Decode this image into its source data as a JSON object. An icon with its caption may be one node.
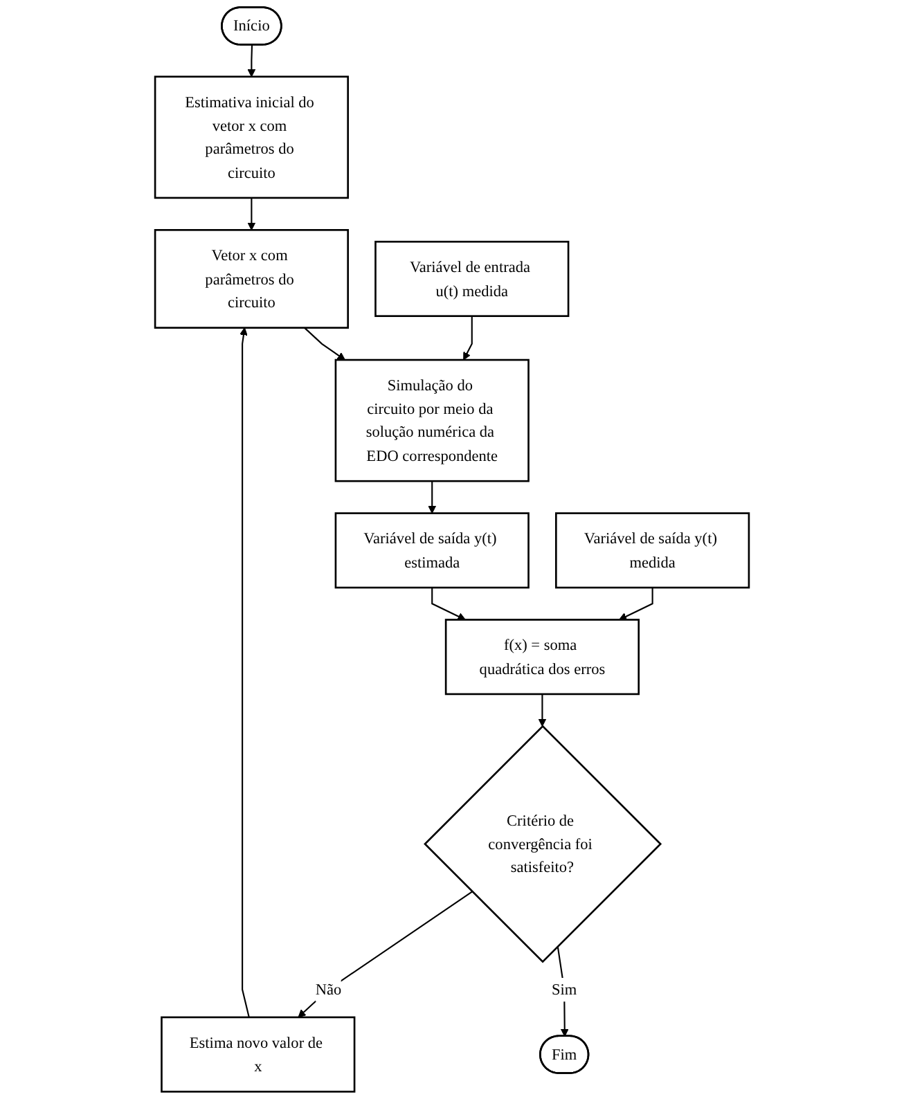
{
  "diagram": {
    "nodes": [
      {
        "text": [
          "Início"
        ]
      },
      {
        "text": [
          "Estimativa inicial do vetor x com parâmetros do circuito"
        ]
      },
      {
        "text": [
          "Variável de entrada u(t) medida"
        ]
      },
      {
        "text": [
          "Vetor x com parâmetros do circuito"
        ]
      },
      {
        "text": [
          "Simulação do circuito por meio da solução numérica da EDO correspondente"
        ]
      },
      {
        "text": [
          "Estima novo valor de x"
        ]
      },
      {
        "text": [
          "Variável de saída y(t) medida"
        ]
      },
      {
        "text": [
          "Variável de saída y(t) estimada"
        ]
      },
      {
        "text": [
          "Critério de convergência foi satisfeito?"
        ]
      },
      {
        "text": [
          "f(x) = soma quadrática dos erros"
        ]
      },
      {
        "text": [
          "Fim"
        ]
      }
    ],
    "edges": [
      {
        "from": 0,
        "to": 1,
        "arrow": "to"
      },
      {
        "from": 1,
        "to": 3,
        "arrow": "to"
      },
      {
        "from": 2,
        "to": 4,
        "arrow": "to"
      },
      {
        "from": 3,
        "to": 4,
        "arrow": "to"
      },
      {
        "from": 5,
        "to": 3,
        "arrow": "to"
      },
      {
        "from": 4,
        "to": 7,
        "arrow": "to"
      },
      {
        "from": 8,
        "to": 5,
        "label": "Não",
        "arrow": "to"
      },
      {
        "from": 6,
        "to": 9,
        "arrow": "to"
      },
      {
        "from": 7,
        "to": 9,
        "arrow": "to"
      },
      {
        "from": 9,
        "to": 8,
        "arrow": "to"
      },
      {
        "from": 8,
        "to": 10,
        "label": "Sim",
        "arrow": "to"
      }
    ]
  }
}
